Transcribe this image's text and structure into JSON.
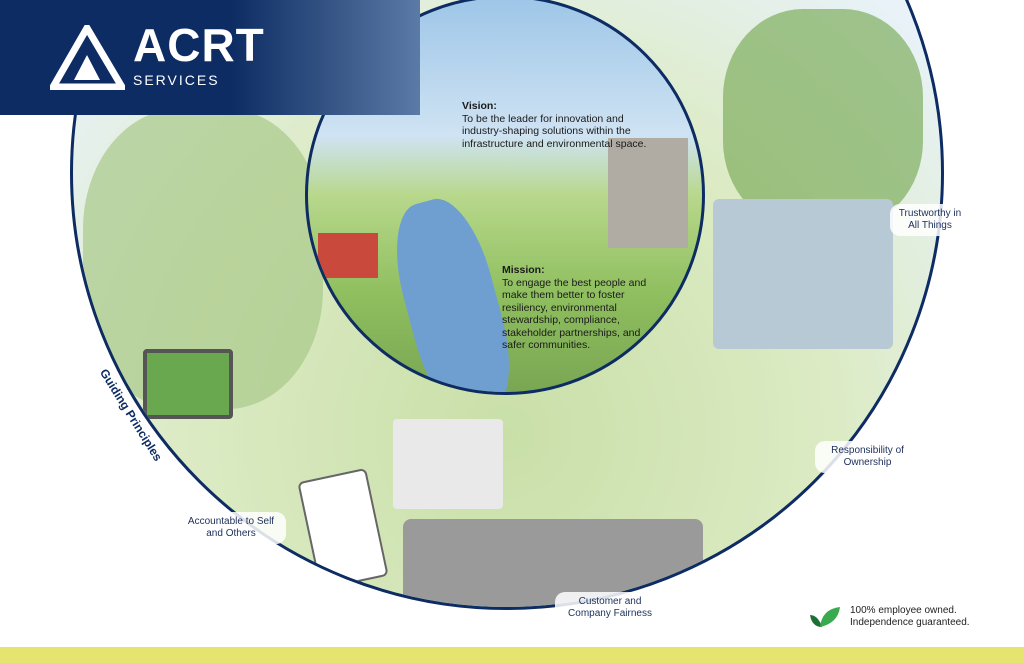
{
  "brand": {
    "name": "ACRT",
    "sub": "SERVICES"
  },
  "vision": {
    "title": "Vision:",
    "text": "To be the leader for innovation and industry-shaping solutions within the infrastructure and environmental space."
  },
  "mission": {
    "title": "Mission:",
    "text": "To engage the best people and make them better to foster resiliency, environmental stewardship, compliance, stakeholder partnerships, and safer communities."
  },
  "principles": {
    "heading": "Guiding Principles",
    "items": [
      "Trustworthy in All Things",
      "Responsibility of Ownership",
      "Customer and Company Fairness",
      "Accountable to Self and Others"
    ]
  },
  "footer": {
    "line1": "100% employee owned.",
    "line2": "Independence guaranteed.",
    "icon": "leaf-check-icon"
  },
  "colors": {
    "navy": "#0d2c63",
    "accent_bar": "#e5e46e",
    "leaf": "#2e9c47"
  }
}
